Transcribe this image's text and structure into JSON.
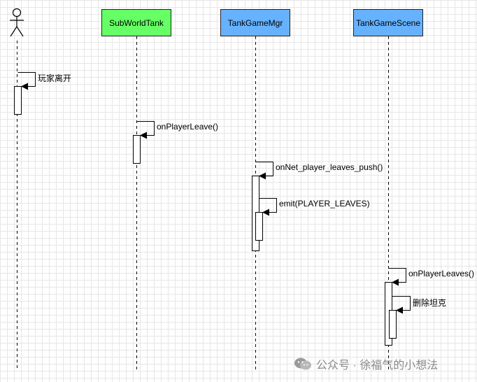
{
  "actor": {
    "icon": "stick-figure-actor-icon"
  },
  "lifelines": [
    {
      "label": "SubWorldTank",
      "color": "#66ff66"
    },
    {
      "label": "TankGameMgr",
      "color": "#66b2ff"
    },
    {
      "label": "TankGameScene",
      "color": "#66b2ff"
    }
  ],
  "messages": [
    {
      "label": "玩家离开"
    },
    {
      "label": "onPlayerLeave()"
    },
    {
      "label": "onNet_player_leaves_push()"
    },
    {
      "label": "emit(PLAYER_LEAVES)"
    },
    {
      "label": "onPlayerLeaves()"
    },
    {
      "label": "删除坦克"
    }
  ],
  "watermark": {
    "text": "公众号 · 徐福气的小想法",
    "icon": "wechat-icon"
  }
}
